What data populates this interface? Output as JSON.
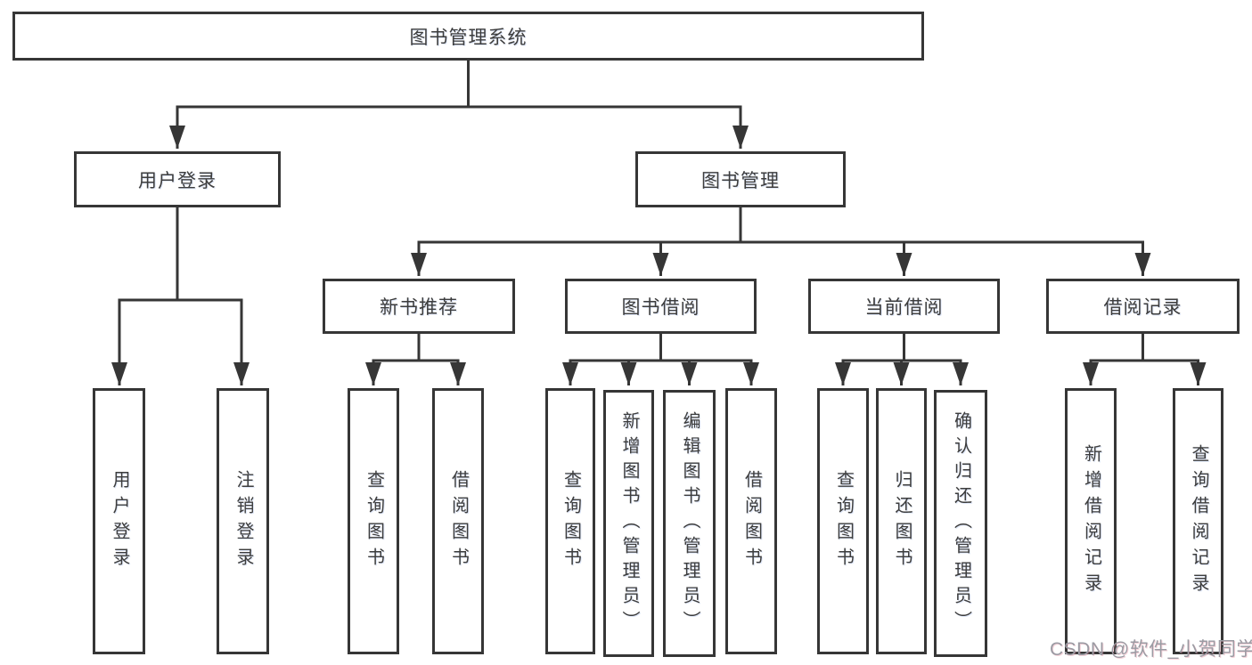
{
  "colors": {
    "line": "#363636",
    "box_border": "#363636",
    "box_fill": "#ffffff",
    "text": "#3d3d3d",
    "background": "#ffffff",
    "watermark_text": "#9b9ba3"
  },
  "tree": {
    "root": "图书管理系统",
    "branches": [
      {
        "label": "用户登录",
        "children": [
          "用户登录",
          "注销登录"
        ]
      },
      {
        "label": "图书管理",
        "groups": [
          {
            "label": "新书推荐",
            "children": [
              "查询图书",
              "借阅图书"
            ]
          },
          {
            "label": "图书借阅",
            "children": [
              "查询图书",
              "新增图书（管理员）",
              "编辑图书（管理员）",
              "借阅图书"
            ]
          },
          {
            "label": "当前借阅",
            "children": [
              "查询图书",
              "归还图书",
              "确认归还（管理员）"
            ]
          },
          {
            "label": "借阅记录",
            "children": [
              "新增借阅记录",
              "查询借阅记录"
            ]
          }
        ]
      }
    ]
  },
  "watermark": "CSDN @软件_小贺同学"
}
